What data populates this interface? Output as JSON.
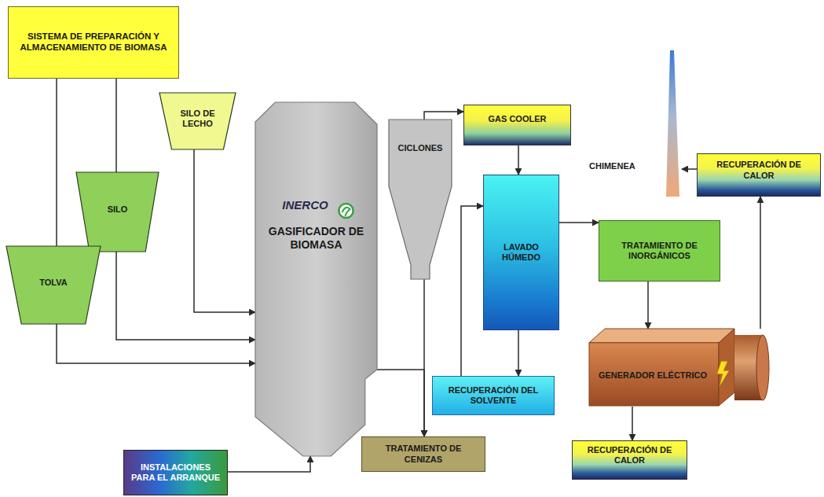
{
  "diagram": {
    "nodes": [
      {
        "text": [
          "SISTEMA DE PREPARACIÓN Y ALMACENAMIENTO DE BIOMASA"
        ]
      },
      {
        "text": [
          "SILO DE LECHO"
        ]
      },
      {
        "text": [
          "SILO"
        ]
      },
      {
        "text": [
          "TOLVA"
        ]
      },
      {
        "text": [
          "INERCO",
          "GASIFICADOR DE BIOMASA"
        ]
      },
      {
        "text": [
          "CICLONES"
        ]
      },
      {
        "text": [
          "GAS COOLER"
        ]
      },
      {
        "text": [
          "LAVADO HÚMEDO"
        ]
      },
      {
        "text": [
          "TRATAMIENTO DE INORGÁNICOS"
        ]
      },
      {
        "text": [
          "CHIMENEA"
        ]
      },
      {
        "text": [
          "RECUPERACIÓN DE CALOR"
        ]
      },
      {
        "text": [
          "RECUPERACIÓN DEL SOLVENTE"
        ]
      },
      {
        "text": [
          "GENERADOR ELÉCTRICO"
        ]
      },
      {
        "text": [
          "INSTALACIONES PARA EL ARRANQUE"
        ]
      },
      {
        "text": [
          "TRATAMIENTO DE CENIZAS"
        ]
      },
      {
        "text": [
          "RECUPERACIÓN DE CALOR"
        ]
      }
    ],
    "edges": [
      {
        "from": 0,
        "to": 3,
        "arrow": "none"
      },
      {
        "from": 0,
        "to": 2,
        "arrow": "none"
      },
      {
        "from": 3,
        "to": 4,
        "arrow": "to"
      },
      {
        "from": 2,
        "to": 4,
        "arrow": "to"
      },
      {
        "from": 1,
        "to": 4,
        "arrow": "to"
      },
      {
        "from": 13,
        "to": 4,
        "arrow": "to"
      },
      {
        "from": 4,
        "to": 14,
        "arrow": "to"
      },
      {
        "from": 5,
        "to": 14,
        "arrow": "to"
      },
      {
        "from": 5,
        "to": 6,
        "arrow": "to"
      },
      {
        "from": 6,
        "to": 7,
        "arrow": "to"
      },
      {
        "from": 7,
        "to": 8,
        "arrow": "to"
      },
      {
        "from": 7,
        "to": 11,
        "arrow": "to"
      },
      {
        "from": 11,
        "to": 7,
        "arrow": "to"
      },
      {
        "from": 8,
        "to": 12,
        "arrow": "to"
      },
      {
        "from": 12,
        "to": 15,
        "arrow": "to"
      },
      {
        "from": 12,
        "to": 10,
        "arrow": "to"
      },
      {
        "from": 10,
        "to": 9,
        "arrow": "to"
      }
    ]
  }
}
